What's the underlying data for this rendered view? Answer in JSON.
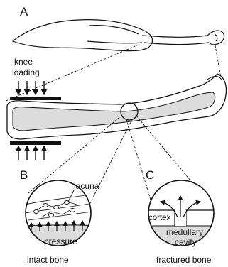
{
  "panels": {
    "a": "A",
    "b": "B",
    "c": "C"
  },
  "labels": {
    "knee_loading_line1": "knee",
    "knee_loading_line2": "loading",
    "lacuna": "lacuna",
    "pressure": "pressure",
    "cortex": "cortex",
    "medullary_line1": "medullary",
    "medullary_line2": "cavity",
    "intact_bone": "intact bone",
    "fractured_bone": "fractured bone"
  },
  "colors": {
    "bone_fill": "#dcdcdc",
    "stroke": "#111111"
  }
}
